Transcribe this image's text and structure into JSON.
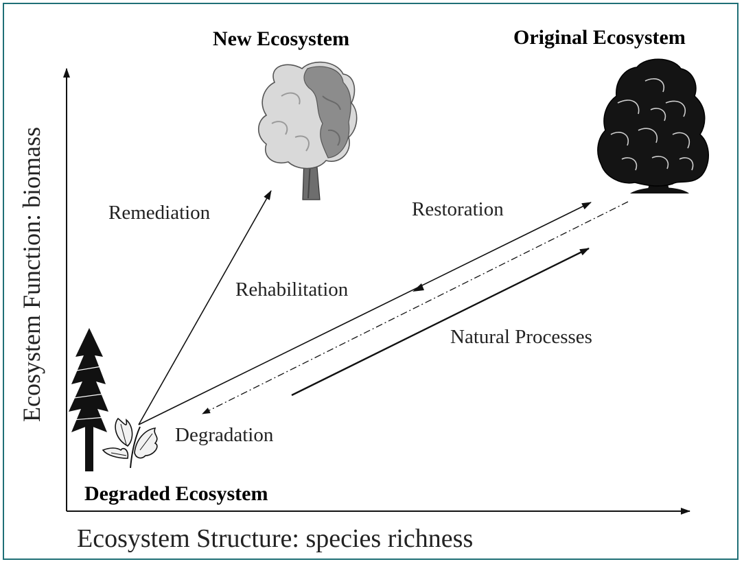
{
  "titles": {
    "new_ecosystem": "New Ecosystem",
    "original_ecosystem": "Original Ecosystem",
    "degraded_ecosystem": "Degraded Ecosystem"
  },
  "axes": {
    "y_label": "Ecosystem Function: biomass",
    "x_label": "Ecosystem Structure: species richness"
  },
  "processes": {
    "remediation": "Remediation",
    "restoration": "Restoration",
    "rehabilitation": "Rehabilitation",
    "natural_processes": "Natural Processes",
    "degradation": "Degradation"
  },
  "colors": {
    "frame": "#1f6f76",
    "ink": "#222222"
  }
}
